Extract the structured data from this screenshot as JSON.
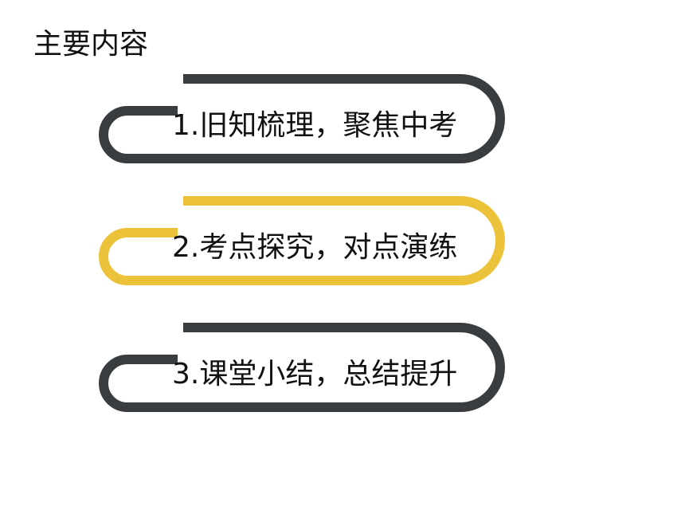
{
  "title": "主要内容",
  "items": [
    {
      "label": "1.旧知梳理，聚焦中考",
      "color": "#3a3d40"
    },
    {
      "label": "2.考点探究，对点演练",
      "color": "#ebc23a"
    },
    {
      "label": "3.课堂小结，总结提升",
      "color": "#3a3d40"
    }
  ]
}
